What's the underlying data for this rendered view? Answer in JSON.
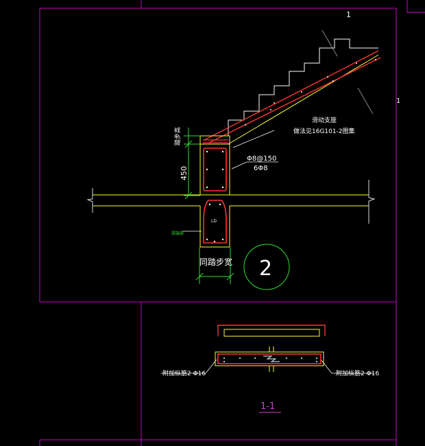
{
  "labels": {
    "sheet_number": "1",
    "edge_number": "1",
    "step_height": "踏步高",
    "sliding_support": "滑动支座",
    "support_ref": "做法见16G101-2图集",
    "beam_height": "450",
    "stirrup_spec": "Φ8@150",
    "long_bars": "6Φ8",
    "beam_tag": "LD",
    "side_note": "梁端部",
    "corridor_width": "同踏步宽",
    "detail_number": "2",
    "extra_bars_left": "附加纵筋2 Φ16",
    "extra_bars_right": "附加纵筋2 Φ16",
    "section_title": "1-1"
  },
  "colors": {
    "background": "#000000",
    "frame": "#cc00cc",
    "concrete_outline": "#ffff33",
    "rebar": "#ff3333",
    "dimension": "#33dd33",
    "grey_line": "#888888",
    "cyan_line": "#33dddd",
    "text": "#ffffff"
  }
}
